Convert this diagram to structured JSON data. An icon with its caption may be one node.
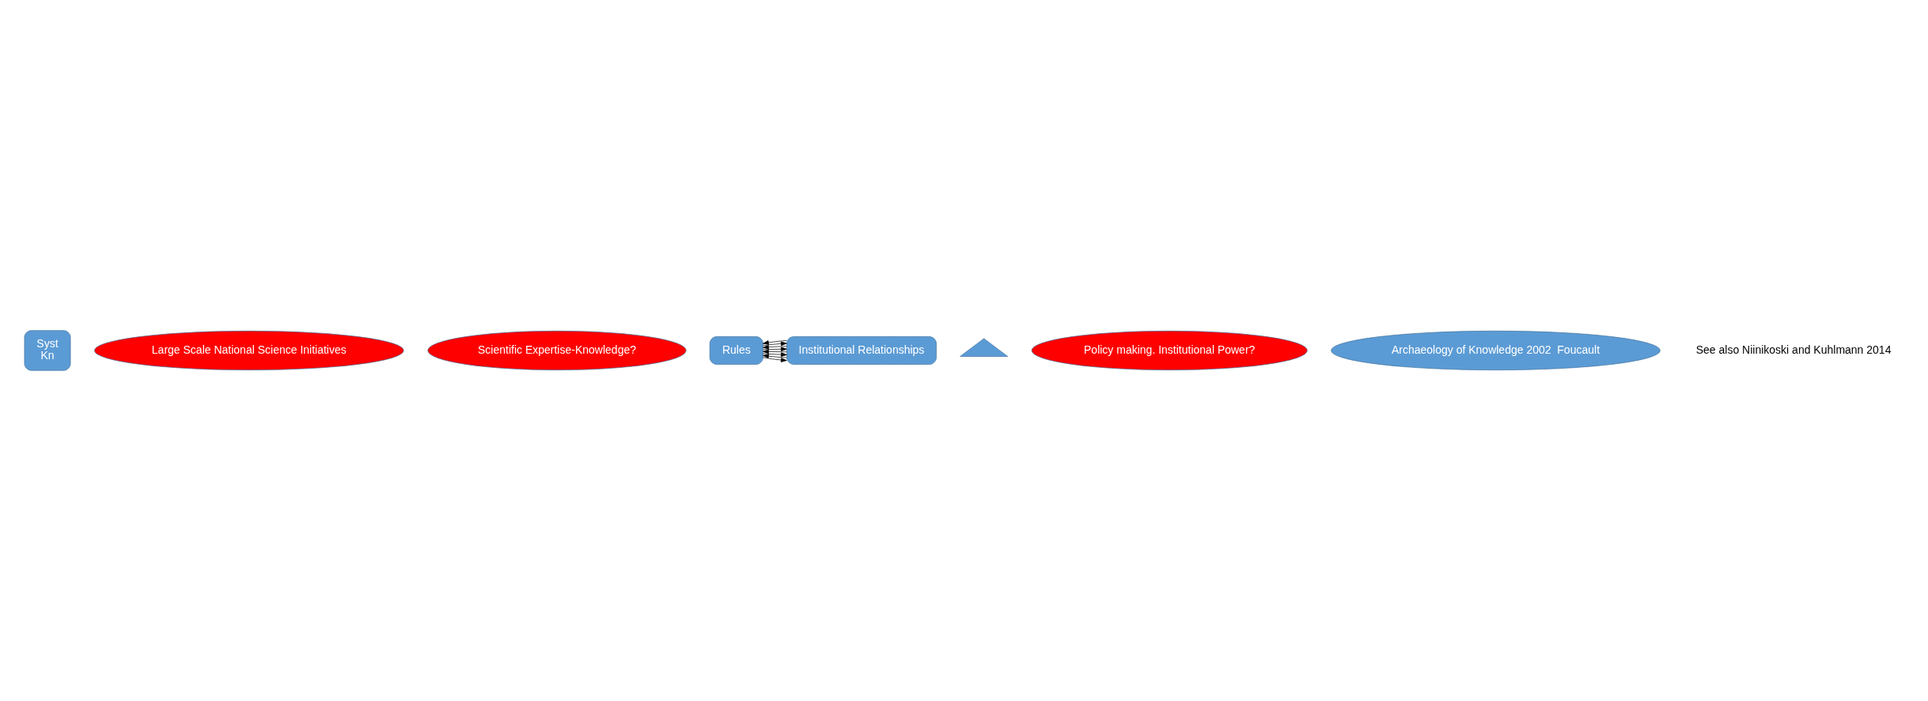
{
  "diagram": {
    "nodes": [
      {
        "text": [
          "Syst",
          "Kn"
        ]
      },
      {
        "text": [
          "Large Scale National Science Initiatives"
        ]
      },
      {
        "text": [
          "Scientific Expertise-Knowledge?"
        ]
      },
      {
        "text": [
          "Rules"
        ]
      },
      {
        "text": [],
        "shape": "triangle"
      },
      {
        "text": [
          "Institutional Relationships"
        ]
      },
      {
        "text": [
          "Policy making. Institutional Power?"
        ]
      },
      {
        "text": [
          "Archaeology of Knowledge 2002  Foucault"
        ]
      }
    ],
    "edges": [
      {
        "from": 3,
        "to": 5,
        "arrow": "to"
      },
      {
        "from": 5,
        "to": 3,
        "arrow": "to"
      },
      {
        "from": 3,
        "to": 5,
        "arrow": "to"
      },
      {
        "from": 5,
        "to": 3,
        "arrow": "to"
      },
      {
        "from": 3,
        "to": 5,
        "arrow": "to"
      },
      {
        "from": 5,
        "to": 3,
        "arrow": "to"
      },
      {
        "from": 3,
        "to": 5,
        "arrow": "to"
      },
      {
        "from": 5,
        "to": 3,
        "arrow": "to"
      }
    ],
    "labels": [
      "See also Niinikoski and Kuhlmann 2014"
    ]
  }
}
